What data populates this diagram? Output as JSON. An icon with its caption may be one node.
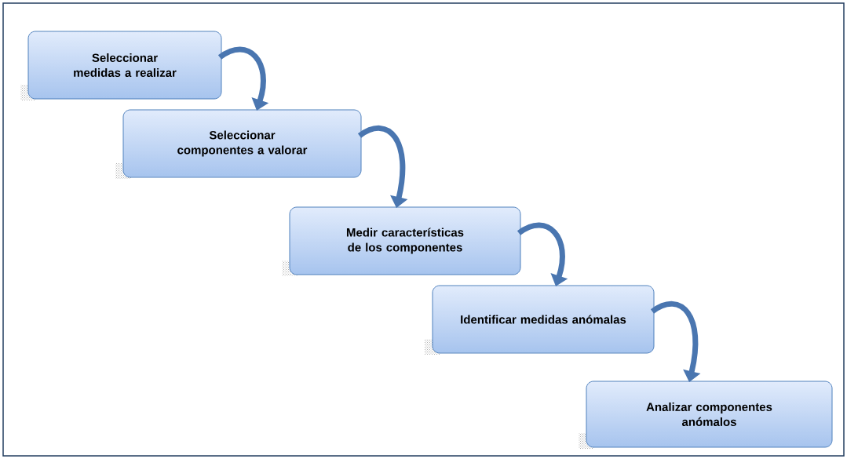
{
  "diagram": {
    "nodes": [
      {
        "text": [
          "Seleccionar medidas a realizar"
        ]
      },
      {
        "text": [
          "Seleccionar componentes a valorar"
        ]
      },
      {
        "text": [
          "Medir características de los componentes"
        ]
      },
      {
        "text": [
          "Identificar medidas anómalas"
        ]
      },
      {
        "text": [
          "Analizar componentes anómalos"
        ]
      }
    ],
    "edges": [
      {
        "from": 0,
        "to": 1,
        "arrow": "to"
      },
      {
        "from": 1,
        "to": 2,
        "arrow": "to"
      },
      {
        "from": 2,
        "to": 3,
        "arrow": "to"
      },
      {
        "from": 3,
        "to": 4,
        "arrow": "to"
      }
    ]
  }
}
